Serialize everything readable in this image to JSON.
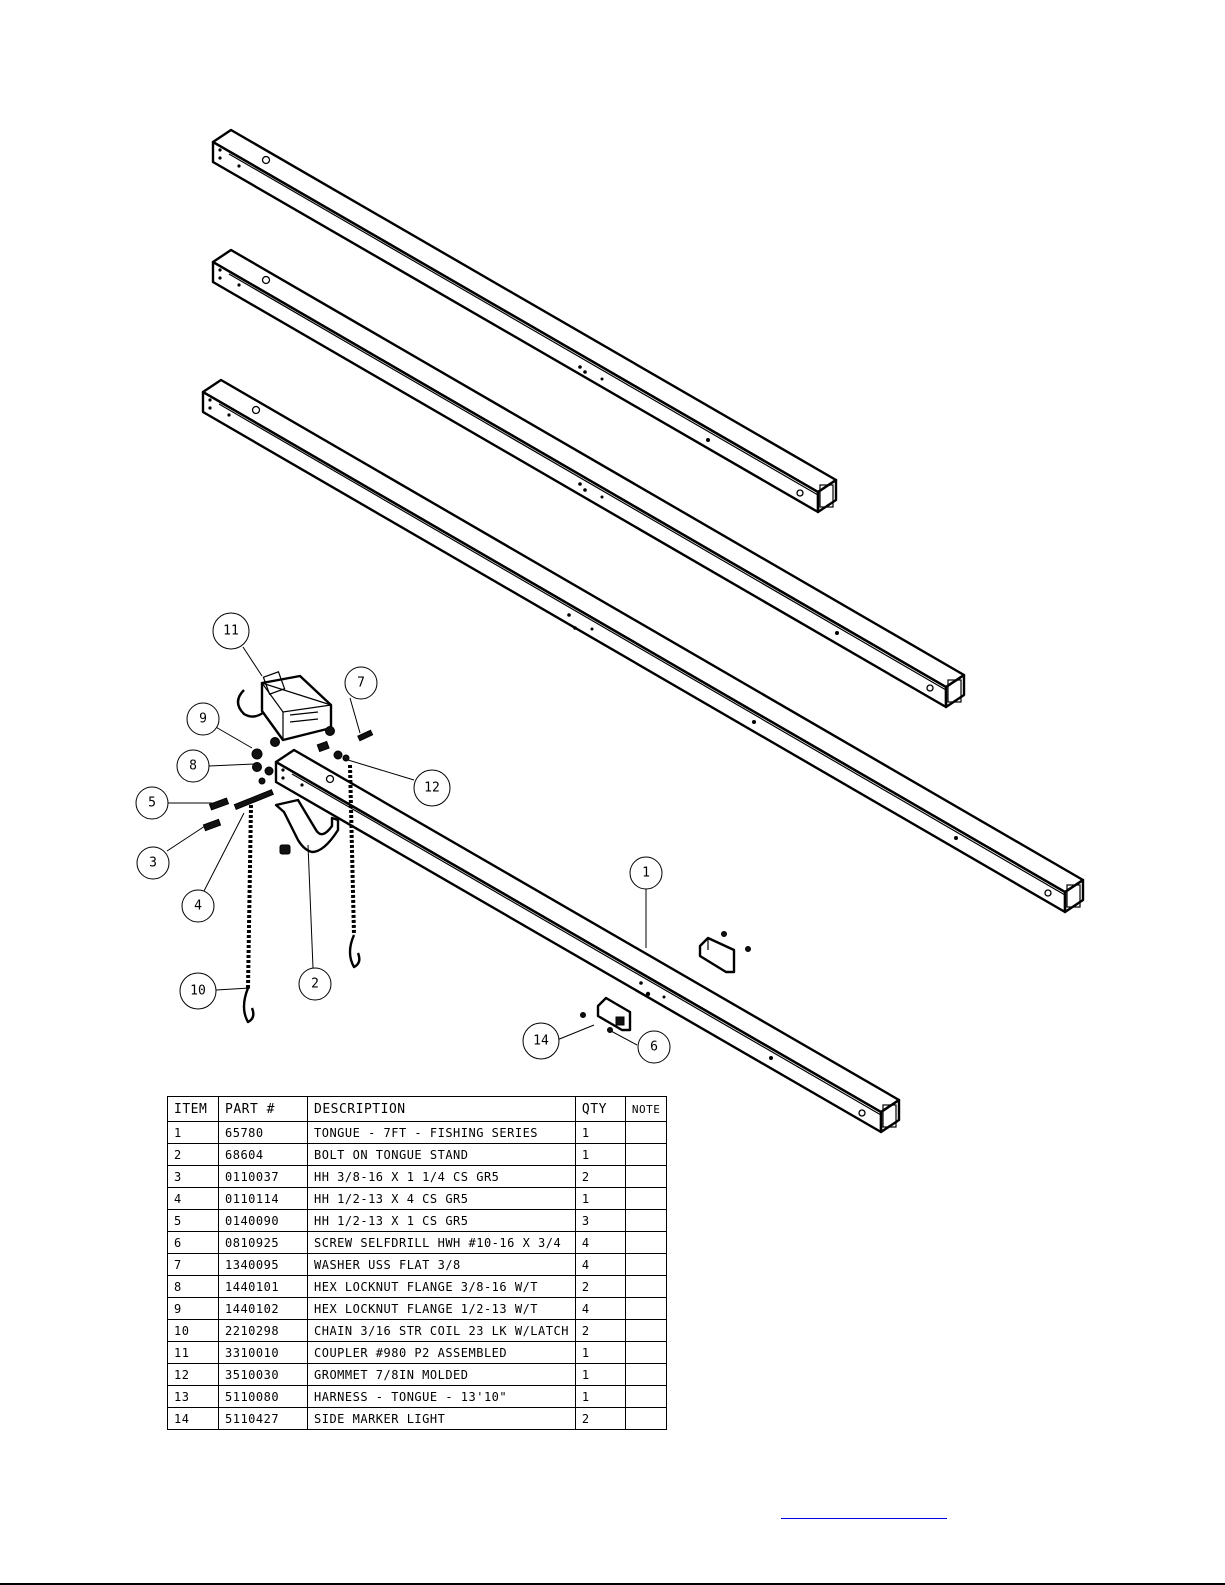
{
  "balloons": [
    {
      "id": "1",
      "label": "1"
    },
    {
      "id": "2",
      "label": "2"
    },
    {
      "id": "3",
      "label": "3"
    },
    {
      "id": "4",
      "label": "4"
    },
    {
      "id": "5",
      "label": "5"
    },
    {
      "id": "6",
      "label": "6"
    },
    {
      "id": "7",
      "label": "7"
    },
    {
      "id": "8",
      "label": "8"
    },
    {
      "id": "9",
      "label": "9"
    },
    {
      "id": "10",
      "label": "10"
    },
    {
      "id": "11",
      "label": "11"
    },
    {
      "id": "12",
      "label": "12"
    },
    {
      "id": "14",
      "label": "14"
    }
  ],
  "bom": {
    "headers": [
      "ITEM",
      "PART #",
      "DESCRIPTION",
      "QTY",
      "NOTE"
    ],
    "rows": [
      [
        "1",
        "65780",
        "TONGUE - 7FT - FISHING SERIES",
        "1",
        ""
      ],
      [
        "2",
        "68604",
        "BOLT ON TONGUE STAND",
        "1",
        ""
      ],
      [
        "3",
        "0110037",
        "HH 3/8-16 X 1 1/4 CS GR5",
        "2",
        ""
      ],
      [
        "4",
        "0110114",
        "HH 1/2-13 X 4 CS GR5",
        "1",
        ""
      ],
      [
        "5",
        "0140090",
        "HH 1/2-13 X 1 CS GR5",
        "3",
        ""
      ],
      [
        "6",
        "0810925",
        "SCREW SELFDRILL HWH #10-16 X 3/4",
        "4",
        ""
      ],
      [
        "7",
        "1340095",
        "WASHER USS FLAT 3/8",
        "4",
        ""
      ],
      [
        "8",
        "1440101",
        "HEX LOCKNUT FLANGE 3/8-16 W/T",
        "2",
        ""
      ],
      [
        "9",
        "1440102",
        "HEX LOCKNUT FLANGE 1/2-13 W/T",
        "4",
        ""
      ],
      [
        "10",
        "2210298",
        "CHAIN 3/16 STR COIL 23 LK W/LATCH",
        "2",
        ""
      ],
      [
        "11",
        "3310010",
        "COUPLER #980 P2 ASSEMBLED",
        "1",
        ""
      ],
      [
        "12",
        "3510030",
        "GROMMET  7/8IN MOLDED",
        "1",
        ""
      ],
      [
        "13",
        "5110080",
        "HARNESS - TONGUE - 13'10\"",
        "1",
        ""
      ],
      [
        "14",
        "5110427",
        "SIDE MARKER LIGHT",
        "2",
        ""
      ]
    ]
  },
  "colors": {
    "line": "#000000",
    "link": "#0000ee"
  }
}
